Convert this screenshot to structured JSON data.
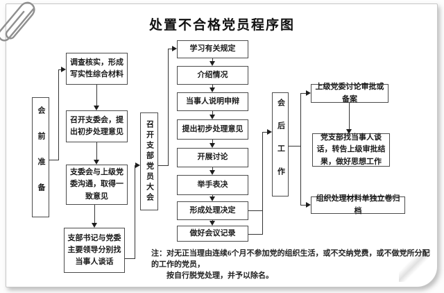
{
  "title": "处置不合格党员程序图",
  "phases": {
    "pre_label": "会前准备",
    "meeting_label": "召开支部党员大会",
    "post_label": "会后工作"
  },
  "pre_steps": [
    {
      "text": "调查核实，形成写实性综合材料"
    },
    {
      "text": "召开支委会，提出初步处理意见"
    },
    {
      "text": "支委会与上级党委沟通，取得一致意见"
    },
    {
      "text": "支部书记与党委主要领导分别找当事人谈话"
    }
  ],
  "meeting_steps": [
    {
      "text": "学习有关规定"
    },
    {
      "text": "介绍情况"
    },
    {
      "text": "当事人说明申辩"
    },
    {
      "text": "提出初步处理意见"
    },
    {
      "text": "开展讨论"
    },
    {
      "text": "举手表决"
    },
    {
      "text": "形成处理决定"
    },
    {
      "text": "做好会议记录"
    }
  ],
  "post_steps": [
    {
      "text": "上级党委讨论审批或备案"
    },
    {
      "text": "党支部找当事人谈话，转告上级审批结果，做好思想工作"
    },
    {
      "text": "组织处理材料单独立卷归档"
    }
  ],
  "note": {
    "line1": "注：对无正当理由连续6个月不参加党的组织生活，或不交纳党费，或不做党所分配的工作的党员，",
    "line2": "按自行脱党处理，并予以除名。"
  },
  "colors": {
    "line": "#333333",
    "box_border": "#4a4a4a",
    "text": "#1b1b1b"
  }
}
